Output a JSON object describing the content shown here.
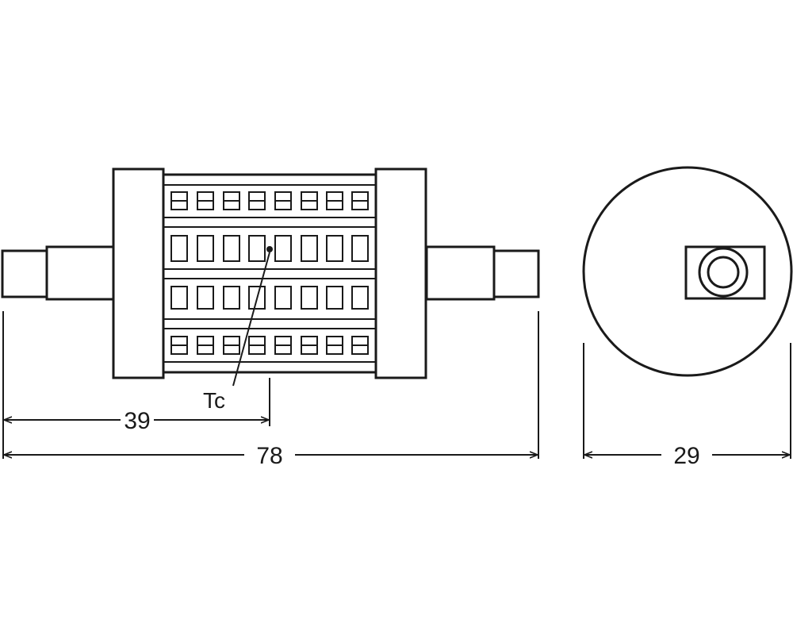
{
  "labels": {
    "tc": "Tc"
  },
  "dimensions": {
    "half_length": "39",
    "total_length": "78",
    "diameter": "29"
  },
  "colors": {
    "line": "#1a1a1a",
    "background": "#ffffff"
  }
}
